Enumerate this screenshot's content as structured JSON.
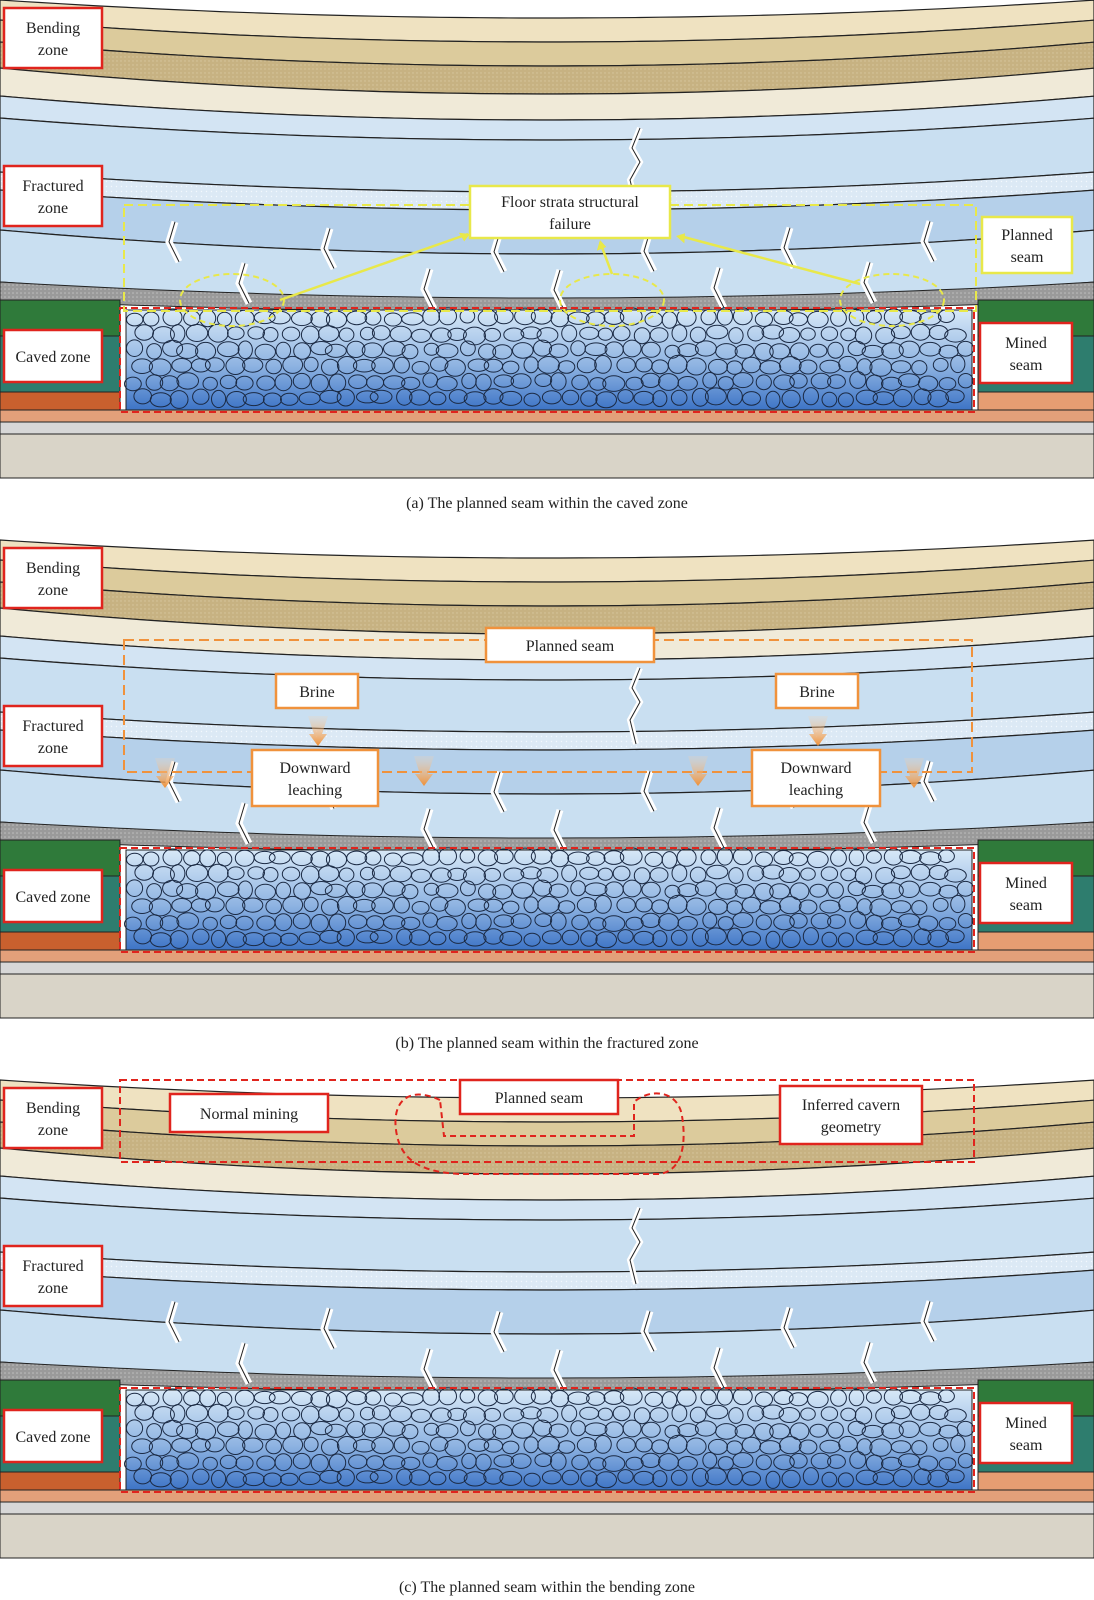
{
  "panels": [
    {
      "caption": "(a) The planned seam within the caved zone",
      "zones": {
        "bending": [
          "Bending",
          "zone"
        ],
        "fractured": [
          "Fractured",
          "zone"
        ],
        "caved": [
          "Caved zone"
        ],
        "mined": [
          "Mined",
          "seam"
        ]
      },
      "annotations": [
        {
          "id": "floor-failure",
          "lines": [
            "Floor strata structural",
            "failure"
          ]
        },
        {
          "id": "planned-seam",
          "lines": [
            "Planned",
            "seam"
          ]
        }
      ]
    },
    {
      "caption": "(b) The planned seam within the fractured zone",
      "zones": {
        "bending": [
          "Bending",
          "zone"
        ],
        "fractured": [
          "Fractured",
          "zone"
        ],
        "caved": [
          "Caved zone"
        ],
        "mined": [
          "Mined",
          "seam"
        ]
      },
      "annotations": [
        {
          "id": "planned-seam",
          "lines": [
            "Planned seam"
          ]
        },
        {
          "id": "brine-left",
          "lines": [
            "Brine"
          ]
        },
        {
          "id": "brine-right",
          "lines": [
            "Brine"
          ]
        },
        {
          "id": "leaching-left",
          "lines": [
            "Downward",
            "leaching"
          ]
        },
        {
          "id": "leaching-right",
          "lines": [
            "Downward",
            "leaching"
          ]
        }
      ]
    },
    {
      "caption": "(c) The planned seam within the bending zone",
      "zones": {
        "bending": [
          "Bending",
          "zone"
        ],
        "fractured": [
          "Fractured",
          "zone"
        ],
        "caved": [
          "Caved zone"
        ],
        "mined": [
          "Mined",
          "seam"
        ]
      },
      "annotations": [
        {
          "id": "planned-seam",
          "lines": [
            "Planned seam"
          ]
        },
        {
          "id": "normal-mining",
          "lines": [
            "Normal mining"
          ]
        },
        {
          "id": "cavern-geometry",
          "lines": [
            "Inferred cavern",
            "geometry"
          ]
        }
      ]
    }
  ],
  "colors": {
    "sandstone": "#efe2c1",
    "sandstone_dark": "#c9b58a",
    "rock_light": "#c9dff1",
    "rock_mid": "#b5d0ea",
    "coal_gray": "#9d9d9d",
    "green": "#2f7a3a",
    "teal": "#2e7d6e",
    "orange": "#c9602e",
    "base": "#d9d4c8",
    "red": "#e0241d",
    "yellow": "#e8e84a",
    "orange_accent": "#f0923c",
    "rubble_top": "#d3e5f5",
    "rubble_bottom": "#3f77c8"
  }
}
